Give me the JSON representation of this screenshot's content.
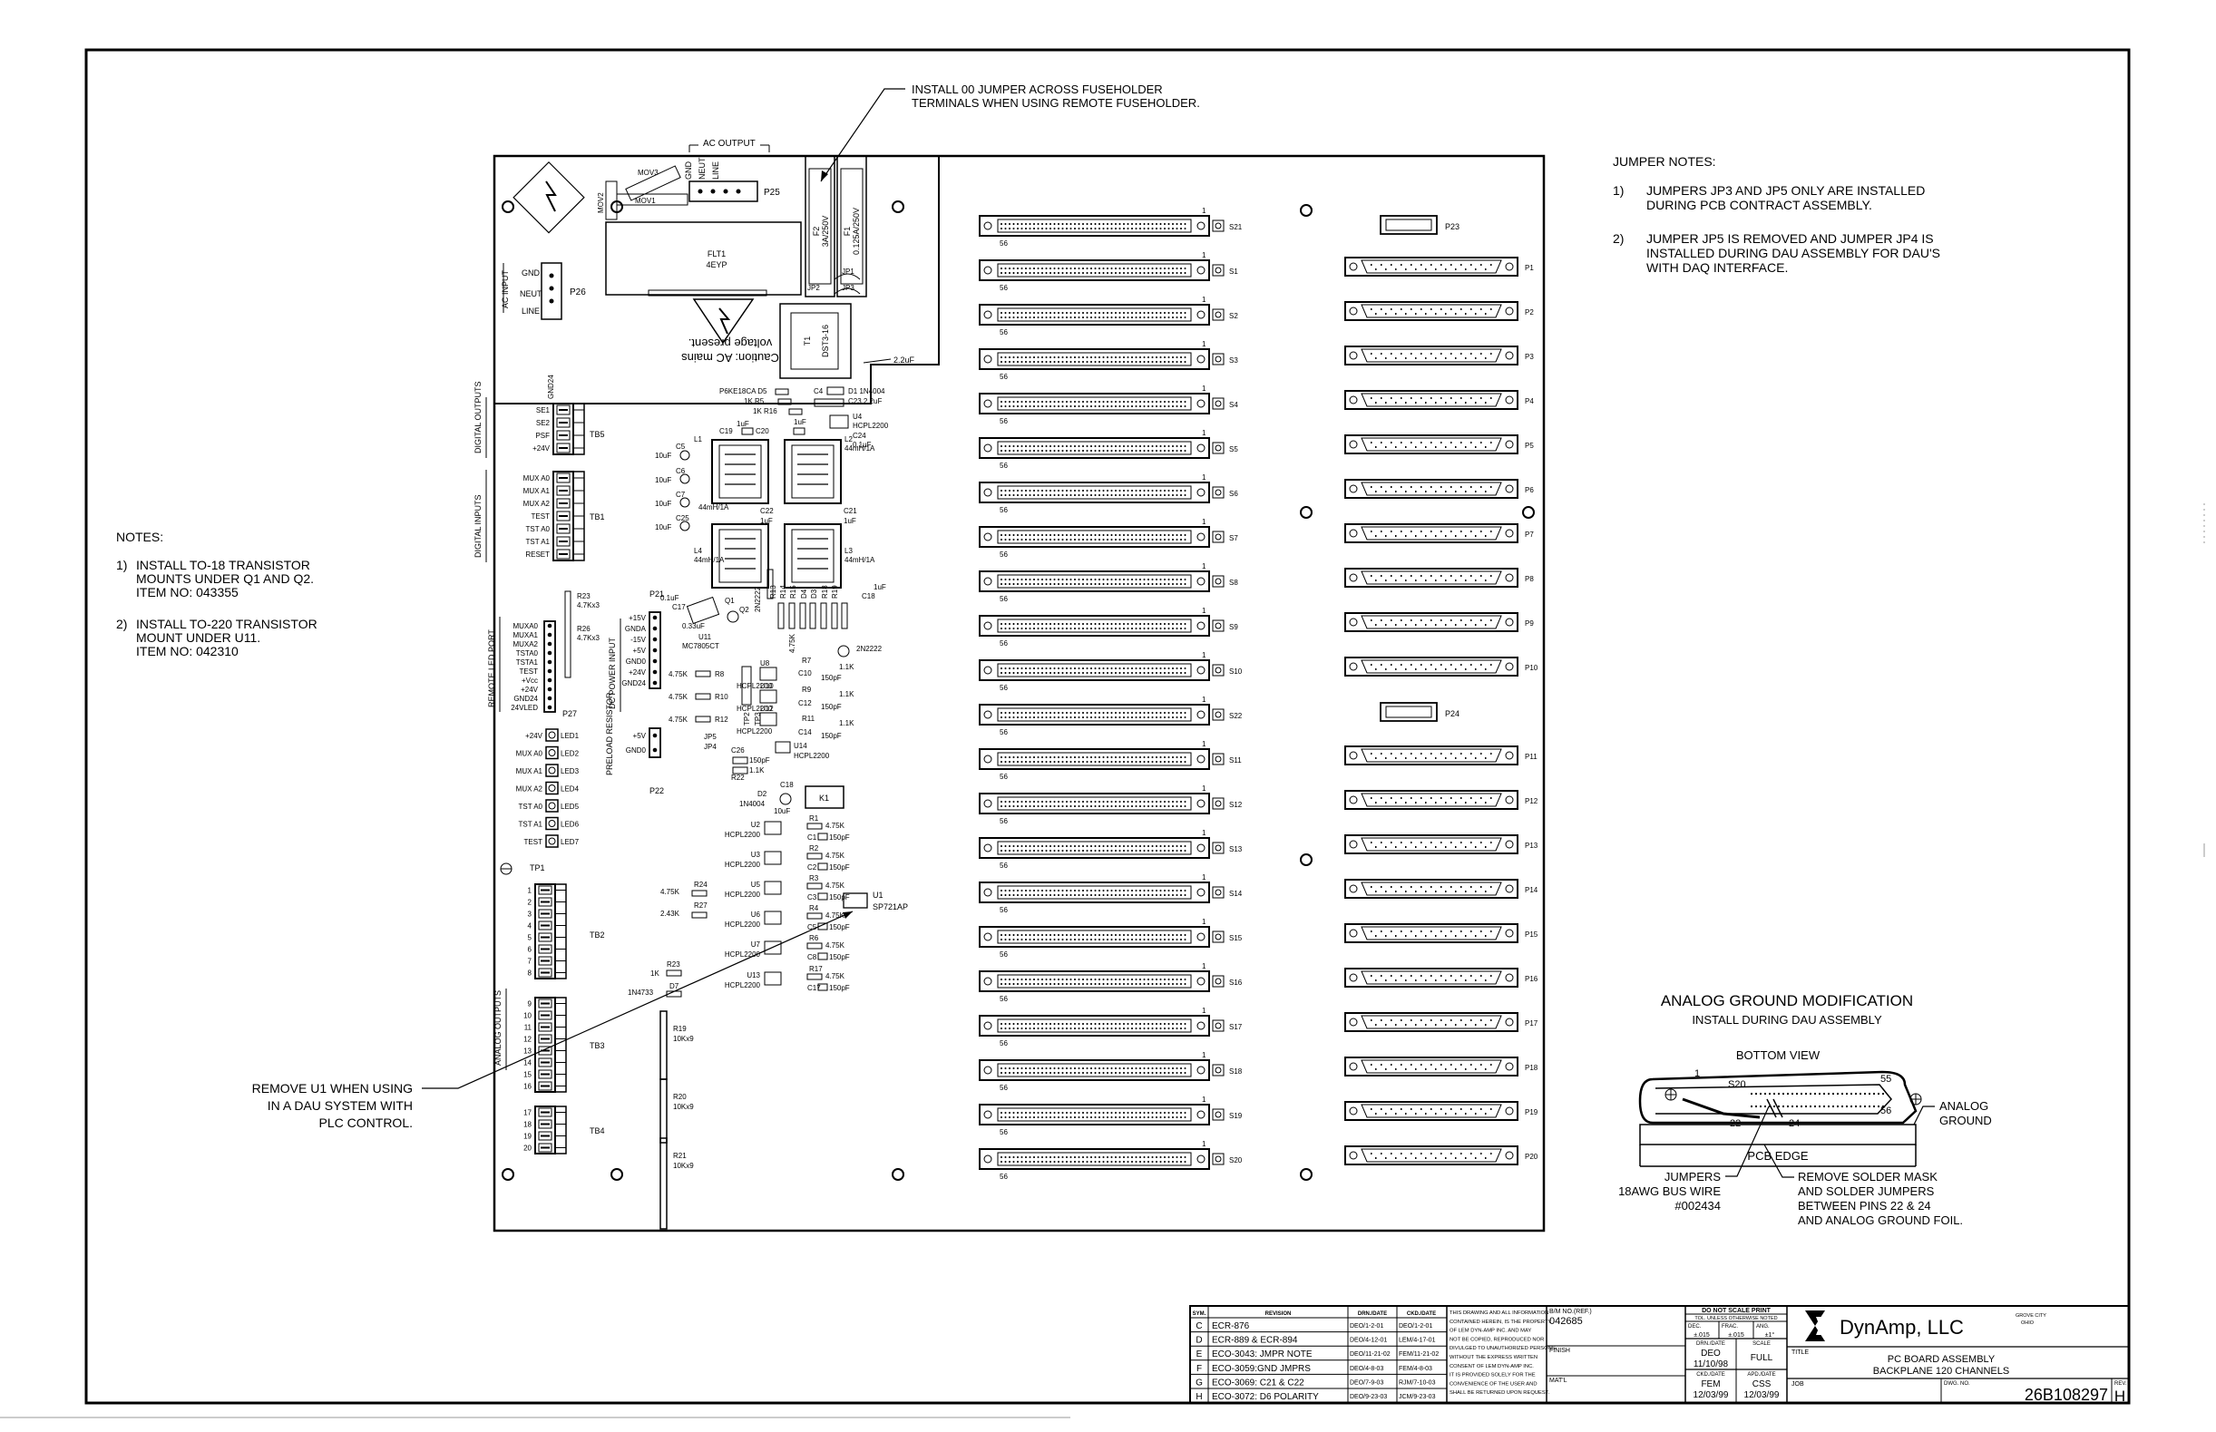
{
  "fuse_jumper_note": [
    "INSTALL 00 JUMPER ACROSS FUSEHOLDER",
    "TERMINALS WHEN USING REMOTE FUSEHOLDER."
  ],
  "jumper_notes": {
    "title": "JUMPER NOTES:",
    "items": [
      {
        "num": "1)",
        "lines": [
          "JUMPERS JP3 AND JP5 ONLY ARE INSTALLED",
          "DURING PCB CONTRACT ASSEMBLY."
        ]
      },
      {
        "num": "2)",
        "lines": [
          "JUMPER JP5 IS REMOVED AND JUMPER JP4 IS",
          "INSTALLED DURING DAU ASSEMBLY FOR DAU'S",
          "WITH DAQ INTERFACE."
        ]
      }
    ]
  },
  "notes": {
    "title": "NOTES:",
    "items": [
      {
        "num": "1)",
        "lines": [
          "INSTALL TO-18 TRANSISTOR",
          "MOUNTS UNDER Q1 AND Q2.",
          "ITEM NO: 043355"
        ]
      },
      {
        "num": "2)",
        "lines": [
          "INSTALL TO-220 TRANSISTOR",
          "MOUNT UNDER U11.",
          "ITEM NO: 042310"
        ]
      }
    ]
  },
  "remove_u1_note": [
    "REMOVE U1 WHEN USING",
    "IN A DAU SYSTEM WITH",
    "PLC CONTROL."
  ],
  "analog_ground": {
    "title": "ANALOG GROUND MODIFICATION",
    "subtitle": "INSTALL DURING DAU ASSEMBLY",
    "view": "BOTTOM VIEW",
    "s20": "S20",
    "pin1": "1",
    "pin55": "55",
    "pin22": "22",
    "pin24": "24",
    "pin56": "56",
    "pcb_edge": "PCB EDGE",
    "analog_ground_label": [
      "ANALOG",
      "GROUND"
    ],
    "jumpers_label": [
      "JUMPERS",
      "18AWG BUS WIRE",
      "#002434"
    ],
    "remove_mask_label": [
      "REMOVE SOLDER MASK",
      "AND SOLDER JUMPERS",
      "BETWEEN PINS 22 & 24",
      "AND ANALOG GROUND FOIL."
    ]
  },
  "board": {
    "ac_output": "AC OUTPUT",
    "ac_input": "AC INPUT",
    "ac_input_pins": [
      "GND",
      "NEUT",
      "LINE"
    ],
    "ac_output_pins": [
      "GND",
      "NEUT",
      "LINE"
    ],
    "p26": "P26",
    "p25": "P25",
    "mov_labels": [
      "MOV3",
      "MOV2",
      "MOV1"
    ],
    "flt1": [
      "FLT1",
      "4EYP"
    ],
    "fuse_f2": [
      "F2",
      "3A/250V"
    ],
    "fuse_f1": [
      "F1",
      "0.125A/250V"
    ],
    "caution": [
      "Caution: AC mains",
      "voltage present."
    ],
    "t1": [
      "T1",
      "DST3-16"
    ],
    "jp_labels": [
      "JP1",
      "JP2",
      "JP3"
    ],
    "cap_22uf": "2.2uF",
    "top_parts": [
      "P6KE18CA  D5",
      "1K  R5",
      "1K  R16",
      "C4",
      "D1  1N4004",
      "C23  2.2uF",
      "C20",
      "C19",
      "U4",
      "HCPL2200",
      "C24",
      "0.1uF",
      "1uF",
      "1uF"
    ],
    "inductors": [
      {
        "name": "L1",
        "value": ""
      },
      {
        "name": "L2",
        "value": "44mH/1A"
      },
      {
        "name": "L4",
        "value": "44mH/1A"
      },
      {
        "name": "L3",
        "value": "44mH/1A"
      }
    ],
    "inductor_misc": [
      "44mH/1A",
      "C22",
      "1uF",
      "C21",
      "1uF"
    ],
    "left_caps": [
      "10uF",
      "C5",
      "10uF",
      "C6",
      "10uF",
      "C7",
      "10uF",
      "C25"
    ],
    "digital_outputs": {
      "label": "DIGITAL OUTPUTS",
      "pins": [
        "SE1",
        "SE2",
        "PSF",
        "+24V"
      ],
      "tb": "TB5",
      "top": "GND24"
    },
    "digital_inputs": {
      "label": "DIGITAL INPUTS",
      "pins": [
        "MUX A0",
        "MUX A1",
        "MUX A2",
        "TEST",
        "TST A0",
        "TST A1",
        "RESET"
      ],
      "tb": "TB1"
    },
    "remote_led": {
      "label": "REMOTE LED PORT",
      "pins": [
        "MUXA0",
        "MUXA1",
        "MUXA2",
        "TSTA0",
        "TSTA1",
        "TEST",
        "+Vcc",
        "+24V",
        "GND24",
        "24VLED"
      ],
      "r23": [
        "R23",
        "4.7Kx3"
      ],
      "r26": [
        "R26",
        "4.7Kx3"
      ],
      "p27": "P27"
    },
    "dc_power": {
      "label": "DC POWER INPUT",
      "pins": [
        "+15V",
        "GNDA",
        "-15V",
        "+5V",
        "GND0",
        "+24V",
        "GND24"
      ],
      "p21": "P21"
    },
    "preload": {
      "label": "PRELOAD RESISTOR",
      "pins": [
        "+5V",
        "GND0"
      ],
      "p22": "P22"
    },
    "leds": [
      {
        "label": "+24V",
        "name": "LED1"
      },
      {
        "label": "MUX A0",
        "name": "LED2"
      },
      {
        "label": "MUX A1",
        "name": "LED3"
      },
      {
        "label": "MUX A2",
        "name": "LED4"
      },
      {
        "label": "TST A0",
        "name": "LED5"
      },
      {
        "label": "TST A1",
        "name": "LED6"
      },
      {
        "label": "TEST",
        "name": "LED7"
      }
    ],
    "mid_parts": [
      "0.1uF",
      "C17",
      "0.33uF",
      "U11",
      "MC7805CT",
      "Q1",
      "Q2",
      "2N2222",
      "R13",
      "R14",
      "R15",
      "D4",
      "D3",
      "R18",
      "R19",
      "4.75K",
      "1uF",
      "C18",
      "2N2222"
    ],
    "opto_rows": [
      {
        "r": "R8",
        "rv": "4.75K",
        "u": "U8",
        "uv": "HCPL2200"
      },
      {
        "r": "R10",
        "rv": "4.75K",
        "u": "U10",
        "uv": "HCPL2200"
      },
      {
        "r": "R12",
        "rv": "4.75K",
        "u": "U12",
        "uv": "HCPL2200"
      }
    ],
    "opto_right": [
      "R7",
      "1.1K",
      "C10",
      "150pF",
      "R9",
      "1.1K",
      "C12",
      "150pF",
      "R11",
      "1.1K",
      "C14",
      "150pF"
    ],
    "u14": [
      "U14",
      "HCPL2200"
    ],
    "tp_rc": [
      "TP2",
      "TP3"
    ],
    "jp_misc": [
      "JP5",
      "JP4",
      "C26",
      "150pF",
      "R22",
      "1.1K"
    ],
    "k1": "K1",
    "d2": [
      "D2",
      "1N4004"
    ],
    "c18b": [
      "C18",
      "10uF"
    ],
    "lower_u": [
      {
        "u": "U2",
        "uv": "HCPL2200",
        "r": "R1",
        "rv": "4.75K",
        "c": "C1",
        "cv": "150pF"
      },
      {
        "u": "U3",
        "uv": "HCPL2200",
        "r": "R2",
        "rv": "4.75K",
        "c": "C2",
        "cv": "150pF"
      },
      {
        "u": "U5",
        "uv": "HCPL2200",
        "r": "R3",
        "rv": "4.75K",
        "c": "C3",
        "cv": "150pF"
      },
      {
        "u": "U6",
        "uv": "HCPL2200",
        "r": "R4",
        "rv": "4.75K",
        "c": "C5",
        "cv": "150pF"
      },
      {
        "u": "U7",
        "uv": "HCPL2200",
        "r": "R6",
        "rv": "4.75K",
        "c": "C8",
        "cv": "150pF"
      },
      {
        "u": "U13",
        "uv": "HCPL2200",
        "r": "R17",
        "rv": "4.75K",
        "c": "C17",
        "cv": "150pF"
      }
    ],
    "r24": [
      "4.75K",
      "R24"
    ],
    "r27": [
      "2.43K",
      "R27"
    ],
    "u1": [
      "U1",
      "SP721AP"
    ],
    "r23b": [
      "1K",
      "R23"
    ],
    "d7": [
      "1N4733",
      "D7"
    ],
    "big_res": [
      {
        "name": "R19",
        "value": "10Kx9"
      },
      {
        "name": "R20",
        "value": "10Kx9"
      },
      {
        "name": "R21",
        "value": "10Kx9"
      }
    ],
    "tp1": "TP1",
    "analog_outputs": "ANALOG OUTPUTS",
    "tb_blocks": [
      "TB2",
      "TB3",
      "TB4"
    ],
    "tb2_pins": [
      "1",
      "2",
      "3",
      "4",
      "5",
      "6",
      "7",
      "8"
    ],
    "tb3_pins": [
      "9",
      "10",
      "11",
      "12",
      "13",
      "14",
      "15",
      "16"
    ],
    "tb4_pins": [
      "17",
      "18",
      "19",
      "20"
    ],
    "s_connectors": [
      "S21",
      "S1",
      "S2",
      "S3",
      "S4",
      "S5",
      "S6",
      "S7",
      "S8",
      "S9",
      "S10",
      "S22",
      "S11",
      "S12",
      "S13",
      "S14",
      "S15",
      "S16",
      "S17",
      "S18",
      "S19",
      "S20"
    ],
    "s_pin_first": "1",
    "s_pin_last": "56",
    "p_connectors": [
      "P1",
      "P2",
      "P3",
      "P4",
      "P5",
      "P6",
      "P7",
      "P8",
      "P9",
      "P10",
      "P11",
      "P12",
      "P13",
      "P14",
      "P15",
      "P16",
      "P17",
      "P18",
      "P19",
      "P20"
    ],
    "p23": "P23",
    "p24": "P24"
  },
  "revisions": {
    "headers": [
      "SYM.",
      "REVISION",
      "DRN./DATE",
      "CKD./DATE"
    ],
    "rows": [
      [
        "C",
        "ECR-876",
        "DEO/1-2-01",
        "DEO/1-2-01"
      ],
      [
        "D",
        "ECR-889 & ECR-894",
        "DEO/4-12-01",
        "LEM/4-17-01"
      ],
      [
        "E",
        "ECO-3043: JMPR NOTE",
        "DEO/11-21-02",
        "FEM/11-21-02"
      ],
      [
        "F",
        "ECO-3059:GND JMPRS",
        "DEO/4-8-03",
        "FEM/4-8-03"
      ],
      [
        "G",
        "ECO-3069: C21 & C22",
        "DEO/7-9-03",
        "RJM/7-10-03"
      ],
      [
        "H",
        "ECO-3072: D6 POLARITY",
        "DEO/9-23-03",
        "JCM/9-23-03"
      ]
    ]
  },
  "proprietary": [
    "THIS DRAWING AND ALL INFORMATION",
    "CONTAINED HEREIN, IS THE PROPERTY",
    "OF LEM DYN-AMP INC. AND MAY",
    "NOT BE COPIED, REPRODUCED NOR",
    "DIVULGED TO UNAUTHORIZED PERSONS",
    "WITHOUT THE EXPRESS WRITTEN",
    "CONSENT OF LEM DYN-AMP INC.",
    "IT IS PROVIDED SOLELY FOR THE",
    "CONVENIENCE OF THE USER AND",
    "SHALL BE RETURNED UPON REQUEST."
  ],
  "title_block": {
    "bm_label": "B/M NO.(REF.)",
    "bm_value": "042685",
    "finish_label": "FINISH",
    "matl_label": "MAT'L",
    "do_not_scale": "DO NOT SCALE PRINT",
    "tol_label": "TOL. UNLESS OTHERWISE NOTED",
    "tol_dec_label": "DEC.",
    "tol_frac_label": "FRAC.",
    "tol_ang_label": "ANG.",
    "tol_dec": "±.015",
    "tol_frac": "±.015",
    "tol_ang": "±1°",
    "drn_label": "DRN./DATE",
    "drn_value": [
      "DEO",
      "11/10/98"
    ],
    "scale_label": "SCALE",
    "scale_value": "FULL",
    "ckd_label": "CKD./DATE",
    "ckd_value": [
      "FEM",
      "12/03/99"
    ],
    "apd_label": "APD./DATE",
    "apd_value": [
      "CSS",
      "12/03/99"
    ],
    "company": "DynAmp, LLC",
    "location": [
      "GROVE CITY",
      "OHIO"
    ],
    "title_label": "TITLE",
    "title": [
      "PC BOARD ASSEMBLY",
      "BACKPLANE 120 CHANNELS"
    ],
    "job_label": "JOB",
    "dwg_label": "DWG. NO.",
    "dwg_no": "26B108297",
    "rev_label": "REV.",
    "rev": "H"
  }
}
